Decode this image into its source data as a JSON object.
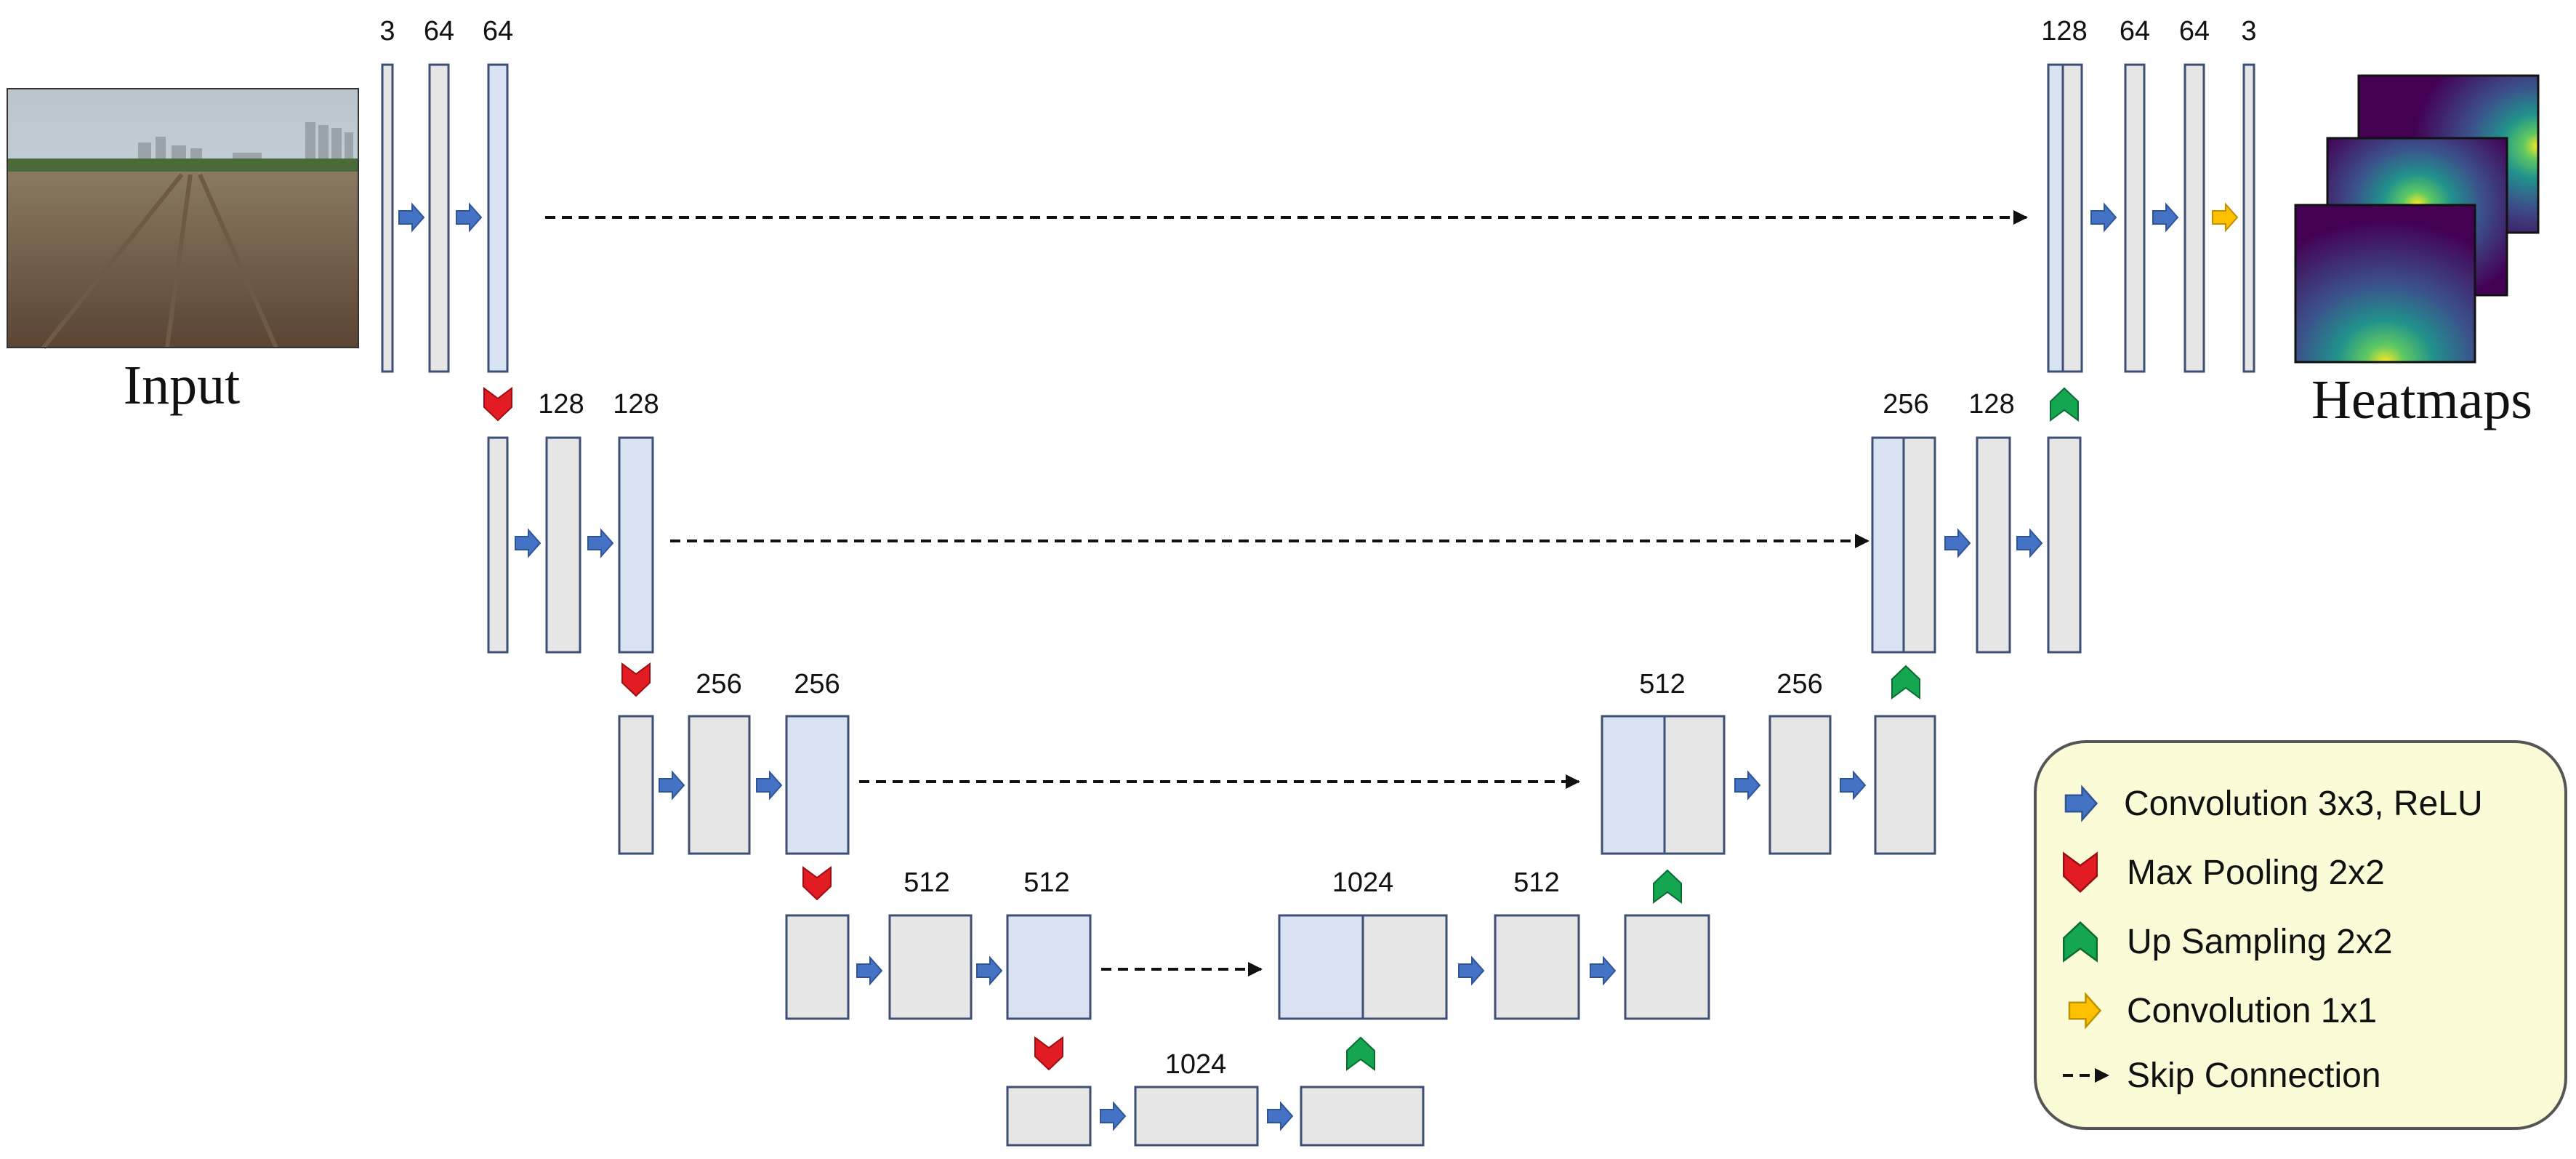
{
  "diagram": {
    "input_label": "Input",
    "output_label": "Heatmaps",
    "encoder": [
      {
        "level": 1,
        "channels": [
          "3",
          "64",
          "64"
        ]
      },
      {
        "level": 2,
        "channels": [
          "128",
          "128"
        ]
      },
      {
        "level": 3,
        "channels": [
          "256",
          "256"
        ]
      },
      {
        "level": 4,
        "channels": [
          "512",
          "512"
        ]
      },
      {
        "level": 5,
        "channels": [
          "1024"
        ]
      }
    ],
    "decoder": [
      {
        "level": 4,
        "channels": [
          "1024",
          "512"
        ]
      },
      {
        "level": 3,
        "channels": [
          "512",
          "256"
        ]
      },
      {
        "level": 2,
        "channels": [
          "256",
          "128"
        ]
      },
      {
        "level": 1,
        "channels": [
          "128",
          "64",
          "64",
          "3"
        ]
      }
    ]
  },
  "legend": {
    "items": [
      {
        "label": "Convolution 3x3, ReLU",
        "icon": "blue-right-arrow-icon"
      },
      {
        "label": "Max Pooling 2x2",
        "icon": "red-down-chevron-icon"
      },
      {
        "label": "Up Sampling 2x2",
        "icon": "green-up-chevron-icon"
      },
      {
        "label": "Convolution 1x1",
        "icon": "yellow-right-arrow-icon"
      },
      {
        "label": "Skip Connection",
        "icon": "dashed-arrow-icon"
      }
    ]
  },
  "colors": {
    "block_gray": "#e7e6e6",
    "block_blue": "#dae3f3",
    "block_border": "#3e4f74",
    "conv_arrow": "#4472c4",
    "pool_arrow": "#e31b23",
    "upsample_arrow": "#14a650",
    "conv1x1_arrow": "#ffc000",
    "legend_bg": "#fbfbd7"
  }
}
